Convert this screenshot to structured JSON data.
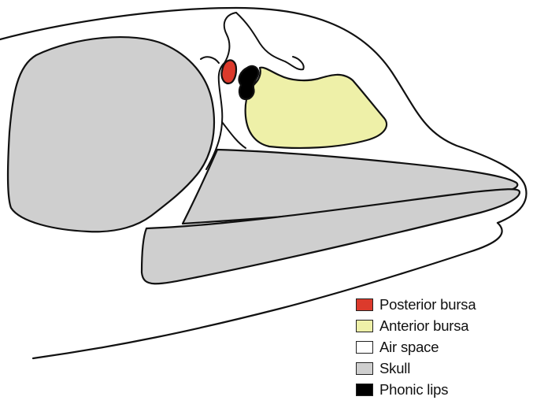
{
  "colors": {
    "outline": "#111111",
    "skull": "#cfcfcf",
    "anterior_bursa": "#eef0a8",
    "posterior_bursa": "#dc3a2c",
    "phonic_lips": "#000000",
    "air_space": "#ffffff"
  },
  "legend": {
    "items": [
      {
        "label": "Posterior bursa",
        "color": "#dc3a2c"
      },
      {
        "label": "Anterior bursa",
        "color": "#eef0a8"
      },
      {
        "label": "Air space",
        "color": "#ffffff"
      },
      {
        "label": "Skull",
        "color": "#cfcfcf"
      },
      {
        "label": "Phonic lips",
        "color": "#000000"
      }
    ]
  }
}
